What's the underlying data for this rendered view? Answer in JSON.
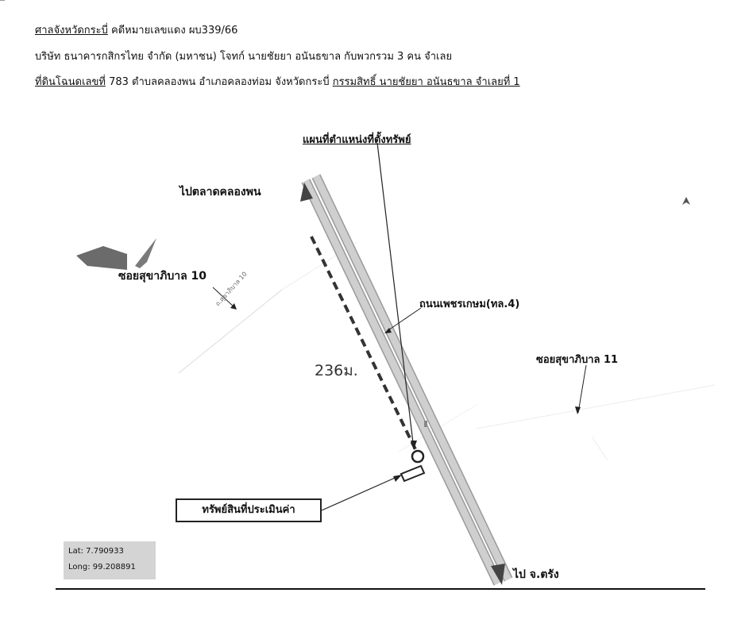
{
  "header": {
    "line1": {
      "court": "ศาลจังหวัดกระบี่",
      "case": " คดีหมายเลขแดง ผบ339/66"
    },
    "line2": "บริษัท ธนาคารกสิกรไทย จำกัด (มหาชน) โจทก์  นายชัยยา อนันธขาล กับพวกรวม 3 คน จำเลย",
    "line3": {
      "deed_label": "ที่ดินโฉนดเลขที่",
      "location": " 783 ตำบลคลองพน อำเภอคลองท่อม จังหวัดกระบี่ ",
      "ownership": "กรรมสิทธิ์ นายชัยยา อนันธขาล จำเลยที่ 1"
    }
  },
  "map": {
    "title": "แผนที่ตำแหน่งที่ตั้งทรัพย์",
    "labels": {
      "north_destination": "ไปตลาดคลองพน",
      "soi10": "ซอยสุขาภิบาล 10",
      "soi10_minor": "ถ.สุขาภิบาล 10",
      "main_road": "ถนนเพชรเกษม(ทล.4)",
      "soi11": "ซอยสุขาภิบาล 11",
      "distance": "236ม.",
      "south_destination": "ไป จ.ตรัง"
    },
    "property_label": "ทรัพย์สินที่ประเมินค่า",
    "coordinates": {
      "lat": "Lat: 7.790933",
      "long": "Long: 99.208891"
    },
    "colors": {
      "road": "#c9c9c9",
      "road_edge": "#9a9a9a",
      "arrow": "#444444",
      "patch": "#6b6b6b"
    }
  }
}
